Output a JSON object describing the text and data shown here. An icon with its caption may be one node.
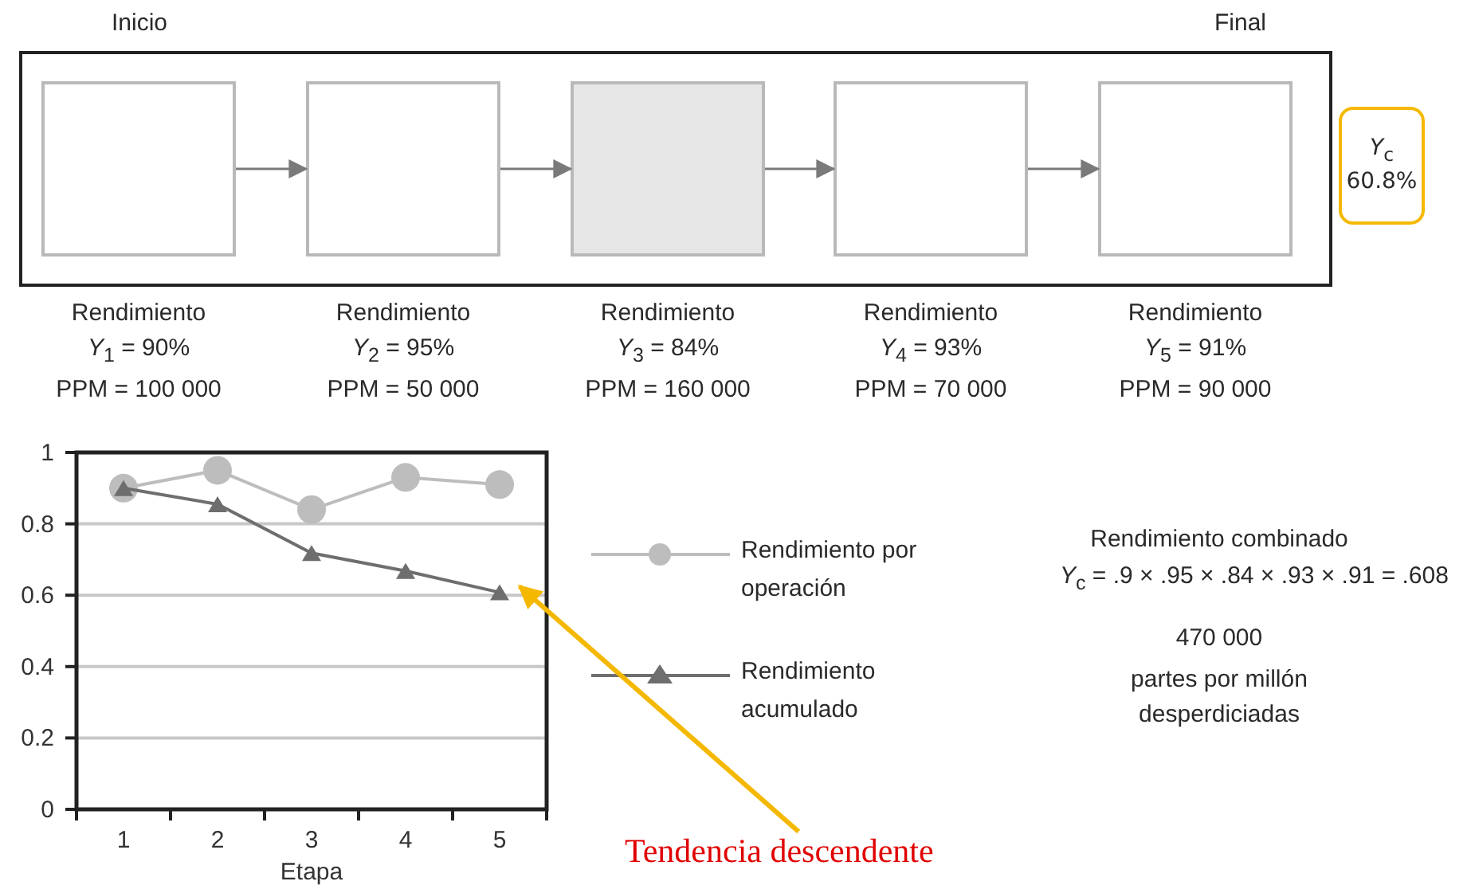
{
  "diagram": {
    "nodes": [
      {
        "text": [],
        "shape": "box"
      },
      {
        "text": [],
        "shape": "box",
        "in": 0,
        "beside": [
          "Rendimiento",
          "*Y*$_{1}$ = 90%",
          "PPM = 100 000"
        ]
      },
      {
        "text": [],
        "shape": "box",
        "in": 0,
        "beside": [
          "Rendimiento",
          "*Y*$_{2}$ = 95%",
          "PPM = 50 000"
        ]
      },
      {
        "text": [],
        "shape": "box",
        "in": 0,
        "beside": [
          "Rendimiento",
          "*Y*$_{3}$ = 84%",
          "PPM = 160 000"
        ]
      },
      {
        "text": [],
        "shape": "box",
        "in": 0,
        "beside": [
          "Rendimiento",
          "*Y*$_{4}$ = 93%",
          "PPM = 70 000"
        ]
      },
      {
        "text": [],
        "shape": "box",
        "in": 0,
        "beside": [
          "Rendimiento",
          "*Y*$_{5}$ = 91%",
          "PPM = 90 000"
        ]
      },
      {
        "text": [
          "*Y*$_{c}$ 60.8%"
        ]
      },
      {
        "text": [
          "Tendencia descendente"
        ]
      }
    ],
    "edges": [
      {
        "from": 1,
        "to": 2,
        "arrow": "to"
      },
      {
        "from": 2,
        "to": 3,
        "arrow": "to"
      },
      {
        "from": 3,
        "to": 4,
        "arrow": "to"
      },
      {
        "from": 4,
        "to": 5,
        "arrow": "to"
      },
      {
        "from": 7,
        "to": null,
        "arrow": "to",
        "style": "thick",
        "color": "#f5b800"
      }
    ],
    "labels": [
      "Inicio",
      "Final",
      "Rendimiento combinado",
      "*Y*$_{c}$ = .9 × .95 × .84 × .93 × .91 = .608",
      "470 000",
      "partes por millón desperdiciadas"
    ],
    "legend": [
      {
        "text": "Rendimiento por operación"
      },
      {
        "text": "Rendimiento acumulado"
      }
    ],
    "chart_data": {
      "type": "line",
      "grid": true,
      "xlabel": "Etapa",
      "categories": [
        "1",
        "2",
        "3",
        "4",
        "5"
      ],
      "ylim": [
        0,
        1
      ],
      "yticks": [
        0,
        0.2,
        0.4,
        0.6,
        0.8,
        1
      ],
      "series": [
        {
          "color": "#bdbdbd",
          "marker": "circle",
          "values": [
            0.9,
            0.95,
            0.84,
            0.93,
            0.91
          ]
        },
        {
          "color": "#6e6e6e",
          "marker": "triangle",
          "values": [
            0.9,
            0.855,
            0.718,
            0.668,
            0.608
          ]
        }
      ]
    }
  }
}
